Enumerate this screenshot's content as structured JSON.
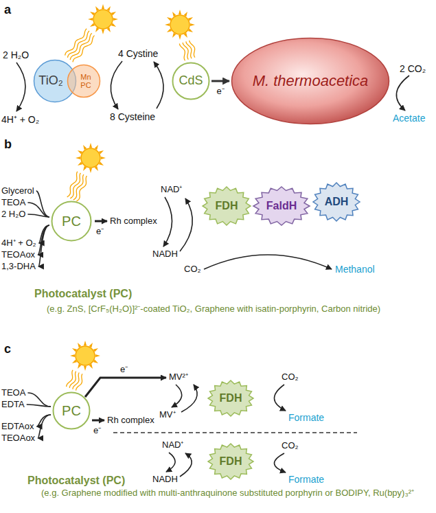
{
  "diagram": {
    "nodes": [
      {
        "text": [
          "TiO₂"
        ]
      },
      {
        "text": [
          "Mn PC"
        ]
      },
      {
        "text": [
          "CdS"
        ]
      },
      {
        "text": [
          "M. thermoacetica"
        ]
      },
      {
        "text": [
          "PC"
        ]
      },
      {
        "text": [
          "FDH"
        ]
      },
      {
        "text": [
          "FaldH"
        ]
      },
      {
        "text": [
          "ADH"
        ]
      },
      {
        "text": [
          "PC"
        ]
      },
      {
        "text": [
          "FDH"
        ]
      },
      {
        "text": [
          "FDH"
        ]
      }
    ],
    "edges": [
      {
        "from": 2,
        "to": 3,
        "arrow": "to",
        "label": "e⁻"
      }
    ],
    "labels": [
      "a",
      "2 H₂O",
      "4H⁺ + O₂",
      "4 Cystine",
      "8 Cysteine",
      "2 CO₂",
      "Acetate",
      "b",
      "Glycerol",
      "TEOA",
      "2 H₂O",
      "4H⁺ + O₂",
      "TEOAox",
      "1,3-DHA",
      "e⁻",
      "Rh complex",
      "NAD⁺",
      "NADH",
      "CO₂",
      "Methanol",
      "Photocatalyst (PC)",
      "(e.g. ZnS, [CrF₅(H₂O)]²⁻-coated TiO₂, Graphene with isatin-porphyrin, Carbon nitride)",
      "c",
      "TEOA",
      "EDTA",
      "EDTAox",
      "TEOAox",
      "e⁻",
      "MV²⁺",
      "MV⁺",
      "CO₂",
      "Formate",
      "e⁻",
      "Rh complex",
      "NAD⁺",
      "NADH",
      "CO₂",
      "Formate",
      "Photocatalyst (PC)",
      "(e.g. Graphene modified with multi-anthraquinone substituted porphyrin or BODIPY, Ru(bpy)₃²⁺"
    ]
  }
}
